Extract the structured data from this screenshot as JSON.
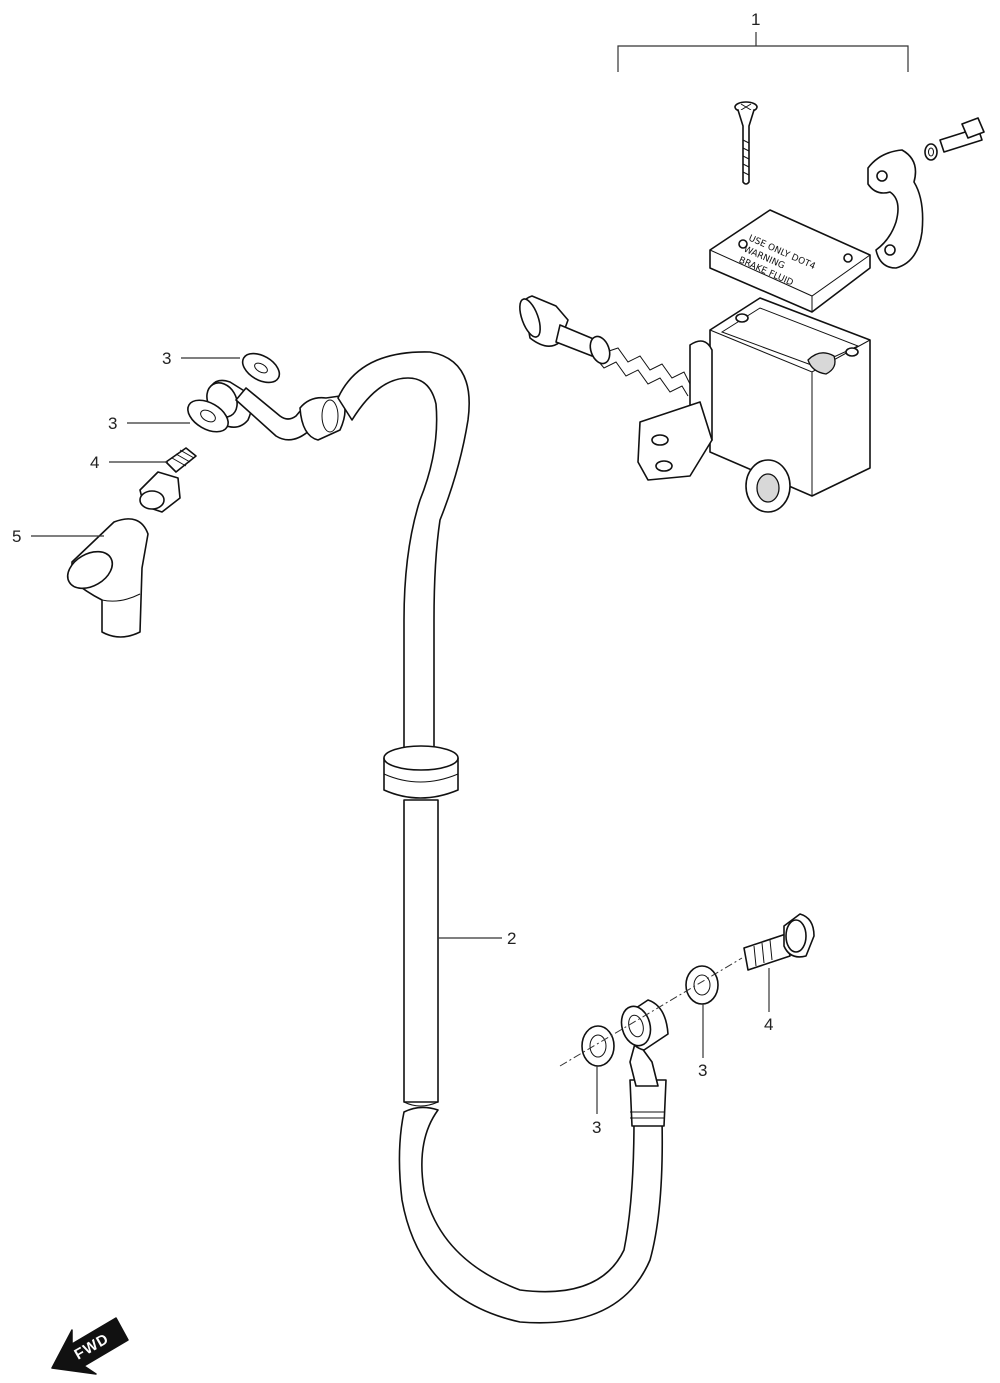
{
  "callouts": [
    {
      "id": "c1",
      "label": "1"
    },
    {
      "id": "c2",
      "label": "2"
    },
    {
      "id": "c3a",
      "label": "3"
    },
    {
      "id": "c3b",
      "label": "3"
    },
    {
      "id": "c3c",
      "label": "3"
    },
    {
      "id": "c3d",
      "label": "3"
    },
    {
      "id": "c4a",
      "label": "4"
    },
    {
      "id": "c4b",
      "label": "4"
    },
    {
      "id": "c5",
      "label": "5"
    }
  ],
  "reservoir_cap": {
    "line1": "USE ONLY DOT4",
    "line2": "WARNING",
    "line3": "BRAKE FLUID"
  },
  "fwd_arrow": {
    "label": "FWD",
    "icon": "fwd-arrow-icon"
  }
}
